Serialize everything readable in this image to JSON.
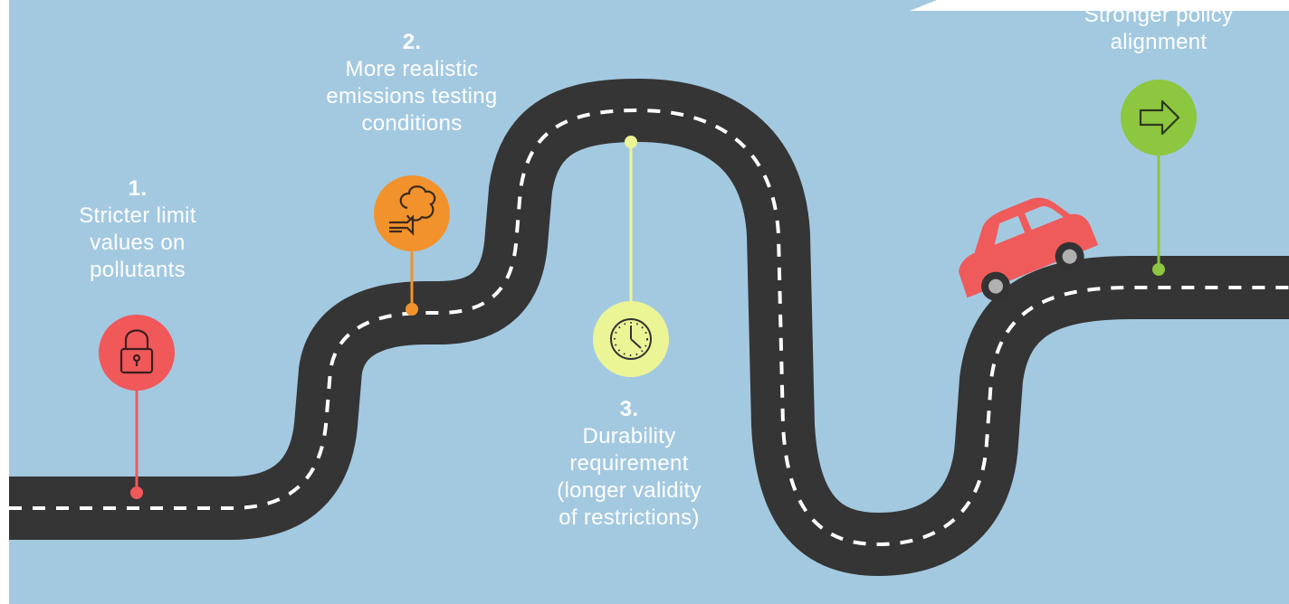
{
  "colors": {
    "sky": "#a3c9e1",
    "road": "#353535",
    "dash": "#ffffff",
    "pin_1": "#f0585a",
    "pin_2": "#f2922c",
    "pin_3": "#ecf596",
    "pin_4": "#8dc63f",
    "car": "#ef5b5b"
  },
  "milestones": [
    {
      "number": "1.",
      "lines": [
        "Stricter limit",
        "values on",
        "pollutants"
      ],
      "icon": "lock-icon"
    },
    {
      "number": "2.",
      "lines": [
        "More realistic",
        "emissions testing",
        "conditions"
      ],
      "icon": "exhaust-pipe-icon"
    },
    {
      "number": "3.",
      "lines": [
        "Durability",
        "requirement",
        "(longer validity",
        "of restrictions)"
      ],
      "icon": "clock-icon"
    },
    {
      "number": "",
      "lines": [
        "Stronger policy",
        "alignment"
      ],
      "icon": "arrow-right-icon"
    }
  ]
}
